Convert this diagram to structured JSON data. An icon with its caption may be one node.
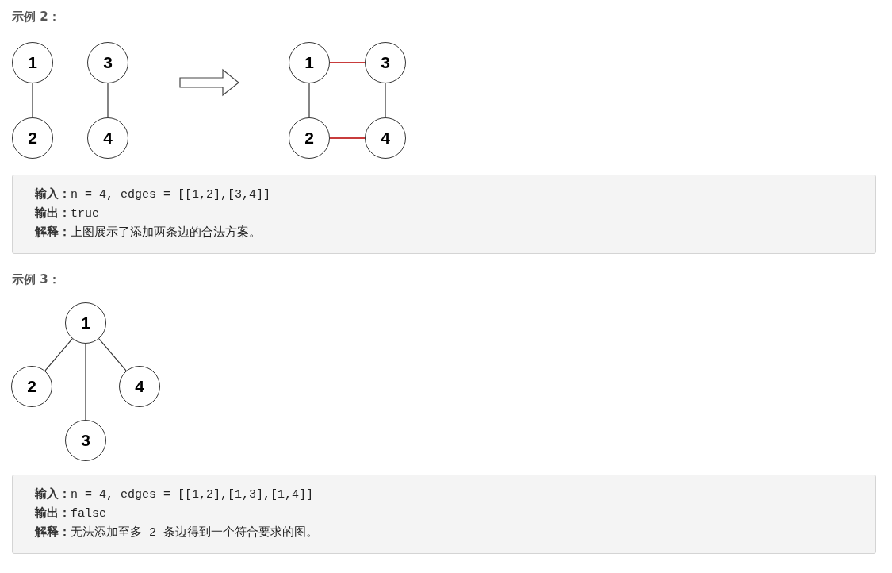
{
  "diagram": {
    "nodes": [
      {
        "text": [
          "1"
        ]
      },
      {
        "text": [
          "2"
        ]
      },
      {
        "text": [
          "3"
        ]
      },
      {
        "text": [
          "4"
        ]
      },
      {
        "text": [
          "1"
        ]
      },
      {
        "text": [
          "3"
        ]
      },
      {
        "text": [
          "2"
        ]
      },
      {
        "text": [
          "4"
        ]
      },
      {
        "text": [
          "1"
        ]
      },
      {
        "text": [
          "2"
        ]
      },
      {
        "text": [
          "4"
        ]
      },
      {
        "text": [
          "3"
        ]
      }
    ],
    "edges": [
      {
        "from": 0,
        "to": 1,
        "arrow": "none"
      },
      {
        "from": 2,
        "to": 3,
        "arrow": "none"
      },
      {
        "from": 4,
        "to": 5,
        "arrow": "none",
        "color": "#c83c3c"
      },
      {
        "from": 4,
        "to": 6,
        "arrow": "none"
      },
      {
        "from": 5,
        "to": 7,
        "arrow": "none"
      },
      {
        "from": 6,
        "to": 7,
        "arrow": "none",
        "color": "#c83c3c"
      },
      {
        "from": 8,
        "to": 9,
        "arrow": "none"
      },
      {
        "from": 8,
        "to": 11,
        "arrow": "none"
      },
      {
        "from": 8,
        "to": 10,
        "arrow": "none"
      }
    ],
    "labels": [
      "示例 2：",
      "**输入：**n = 4, edges = [[1,2],[3,4]]",
      "**输出：**true",
      "**解释：**上图展示了添加两条边的合法方案。",
      "示例 3：",
      "**输入：**n = 4, edges = [[1,2],[1,3],[1,4]]",
      "**输出：**false",
      "**解释：**无法添加至多 2 条边得到一个符合要求的图。"
    ]
  }
}
